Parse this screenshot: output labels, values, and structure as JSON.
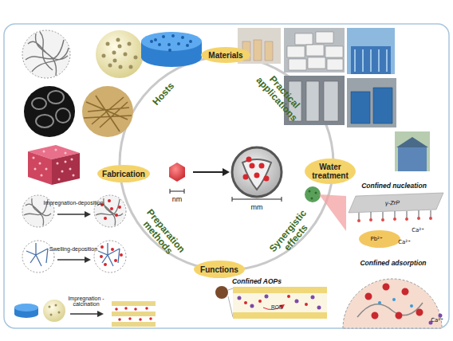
{
  "diagram": {
    "nodes": [
      {
        "text": [
          "Materials"
        ]
      },
      {
        "text": [
          "Fabrication"
        ]
      },
      {
        "text": [
          "Water treatment"
        ]
      },
      {
        "text": [
          "Functions"
        ]
      }
    ],
    "labels": [
      "Hosts",
      "Practical applications",
      "nm",
      "mm",
      "Preparation methods",
      "Synergistic effects",
      "Impregnation-deposition",
      "Swelling-deposition",
      "Impregnation -calcination",
      "Confined nucleation",
      "γ-ZrP",
      "Ca²⁺",
      "Pb²⁺",
      "Ca²⁺",
      "Confined AOPs",
      "ROS",
      "Confined adsorption",
      "Ca²⁺"
    ]
  }
}
